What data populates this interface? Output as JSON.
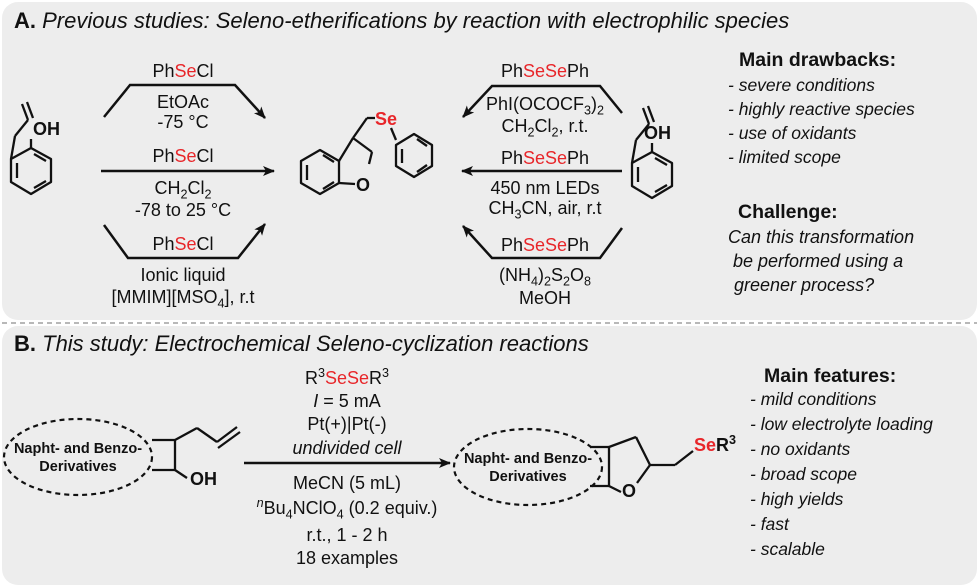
{
  "panel_a": {
    "title_letter": "A.",
    "title_text": "Previous studies: Seleno-etherifications by reaction with electrophilic species",
    "left_arrows": [
      {
        "reagent_pre": "Ph",
        "reagent_se": "Se",
        "reagent_post": "Cl",
        "cond1": "EtOAc",
        "cond2": "-75 °C"
      },
      {
        "reagent_pre": "Ph",
        "reagent_se": "Se",
        "reagent_post": "Cl",
        "cond1_main": "CH",
        "cond1_sub": "2",
        "cond1_main2": "Cl",
        "cond1_sub2": "2",
        "cond2": "-78 to 25 °C"
      },
      {
        "reagent_pre": "Ph",
        "reagent_se": "Se",
        "reagent_post": "Cl",
        "cond1": "Ionic liquid",
        "cond2_pre": "[MMIM][MSO",
        "cond2_sub": "4",
        "cond2_post": "], r.t"
      }
    ],
    "right_arrows": [
      {
        "reagent_pre": "Ph",
        "reagent_se": "SeSe",
        "reagent_post": "Ph",
        "cond1_pre": "PhI(OCOCF",
        "cond1_sub": "3",
        "cond1_post": ")",
        "cond1_sub2": "2",
        "cond2_pre": "CH",
        "cond2_sub": "2",
        "cond2_mid": "Cl",
        "cond2_sub2": "2",
        "cond2_post": ", r.t."
      },
      {
        "reagent_pre": "Ph",
        "reagent_se": "SeSe",
        "reagent_post": "Ph",
        "cond1": "450 nm LEDs",
        "cond2_pre": "CH",
        "cond2_sub": "3",
        "cond2_post": "CN, air, r.t"
      },
      {
        "reagent_pre": "Ph",
        "reagent_se": "SeSe",
        "reagent_post": "Ph",
        "cond1_pre": "(NH",
        "cond1_sub": "4",
        "cond1_mid": ")",
        "cond1_sub2": "2",
        "cond1_mid2": "S",
        "cond1_sub3": "2",
        "cond1_mid3": "O",
        "cond1_sub4": "8",
        "cond2": "MeOH"
      }
    ],
    "atoms": {
      "oh": "OH",
      "o": "O",
      "se": "Se"
    },
    "drawbacks_title": "Main drawbacks:",
    "drawbacks": [
      "- severe conditions",
      "- highly reactive species",
      "- use of oxidants",
      "- limited scope"
    ],
    "challenge_title": "Challenge:",
    "challenge_lines": [
      "Can this transformation",
      " be performed using a",
      "greener process?"
    ]
  },
  "panel_b": {
    "title_letter": "B.",
    "title_text": "This study: Electrochemical Seleno-cyclization reactions",
    "oval_left": [
      "Napht- and Benzo-",
      "Derivatives"
    ],
    "oval_right": [
      "Napht- and Benzo-",
      "Derivatives"
    ],
    "oh": "OH",
    "o": "O",
    "product_se": "Se",
    "product_r": "R",
    "product_r_sup": "3",
    "reagent_r1": "R",
    "reagent_sup1": "3",
    "reagent_se": "SeSe",
    "reagent_r2": "R",
    "reagent_sup2": "3",
    "current_i": "I",
    "current_rest": " = 5 mA",
    "electrodes": "Pt(+)|Pt(-)",
    "cell": "undivided cell",
    "solvent": "MeCN (5 mL)",
    "salt_sup": "n",
    "salt_pre": "Bu",
    "salt_sub": "4",
    "salt_post": "NClO",
    "salt_sub2": "4",
    "salt_tail": " (0.2 equiv.)",
    "time": "r.t., 1 - 2 h",
    "examples": "18 examples",
    "features_title": "Main features:",
    "features": [
      "- mild conditions",
      "- low electrolyte loading",
      "- no oxidants",
      "- broad scope",
      "- high yields",
      "- fast",
      "- scalable"
    ]
  }
}
